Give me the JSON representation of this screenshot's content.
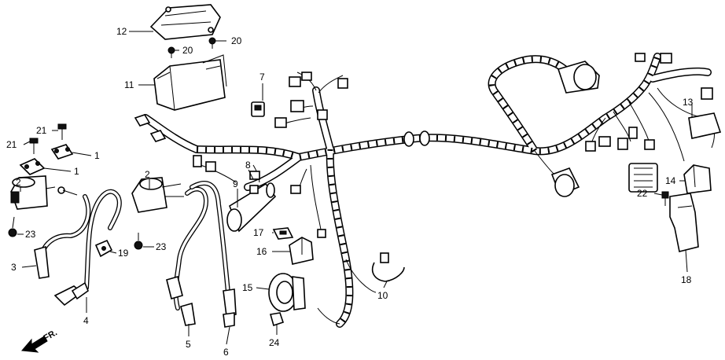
{
  "callouts": {
    "c1a": "1",
    "c1b": "1",
    "c2a": "2",
    "c2b": "2",
    "c3": "3",
    "c4": "4",
    "c5": "5",
    "c6": "6",
    "c7": "7",
    "c8": "8",
    "c9": "9",
    "c10": "10",
    "c11": "11",
    "c12": "12",
    "c13": "13",
    "c14": "14",
    "c15": "15",
    "c16": "16",
    "c17": "17",
    "c18": "18",
    "c19": "19",
    "c20a": "20",
    "c20b": "20",
    "c21a": "21",
    "c21b": "21",
    "c22": "22",
    "c23a": "23",
    "c23b": "23",
    "c24": "24"
  },
  "direction_label": "FR."
}
